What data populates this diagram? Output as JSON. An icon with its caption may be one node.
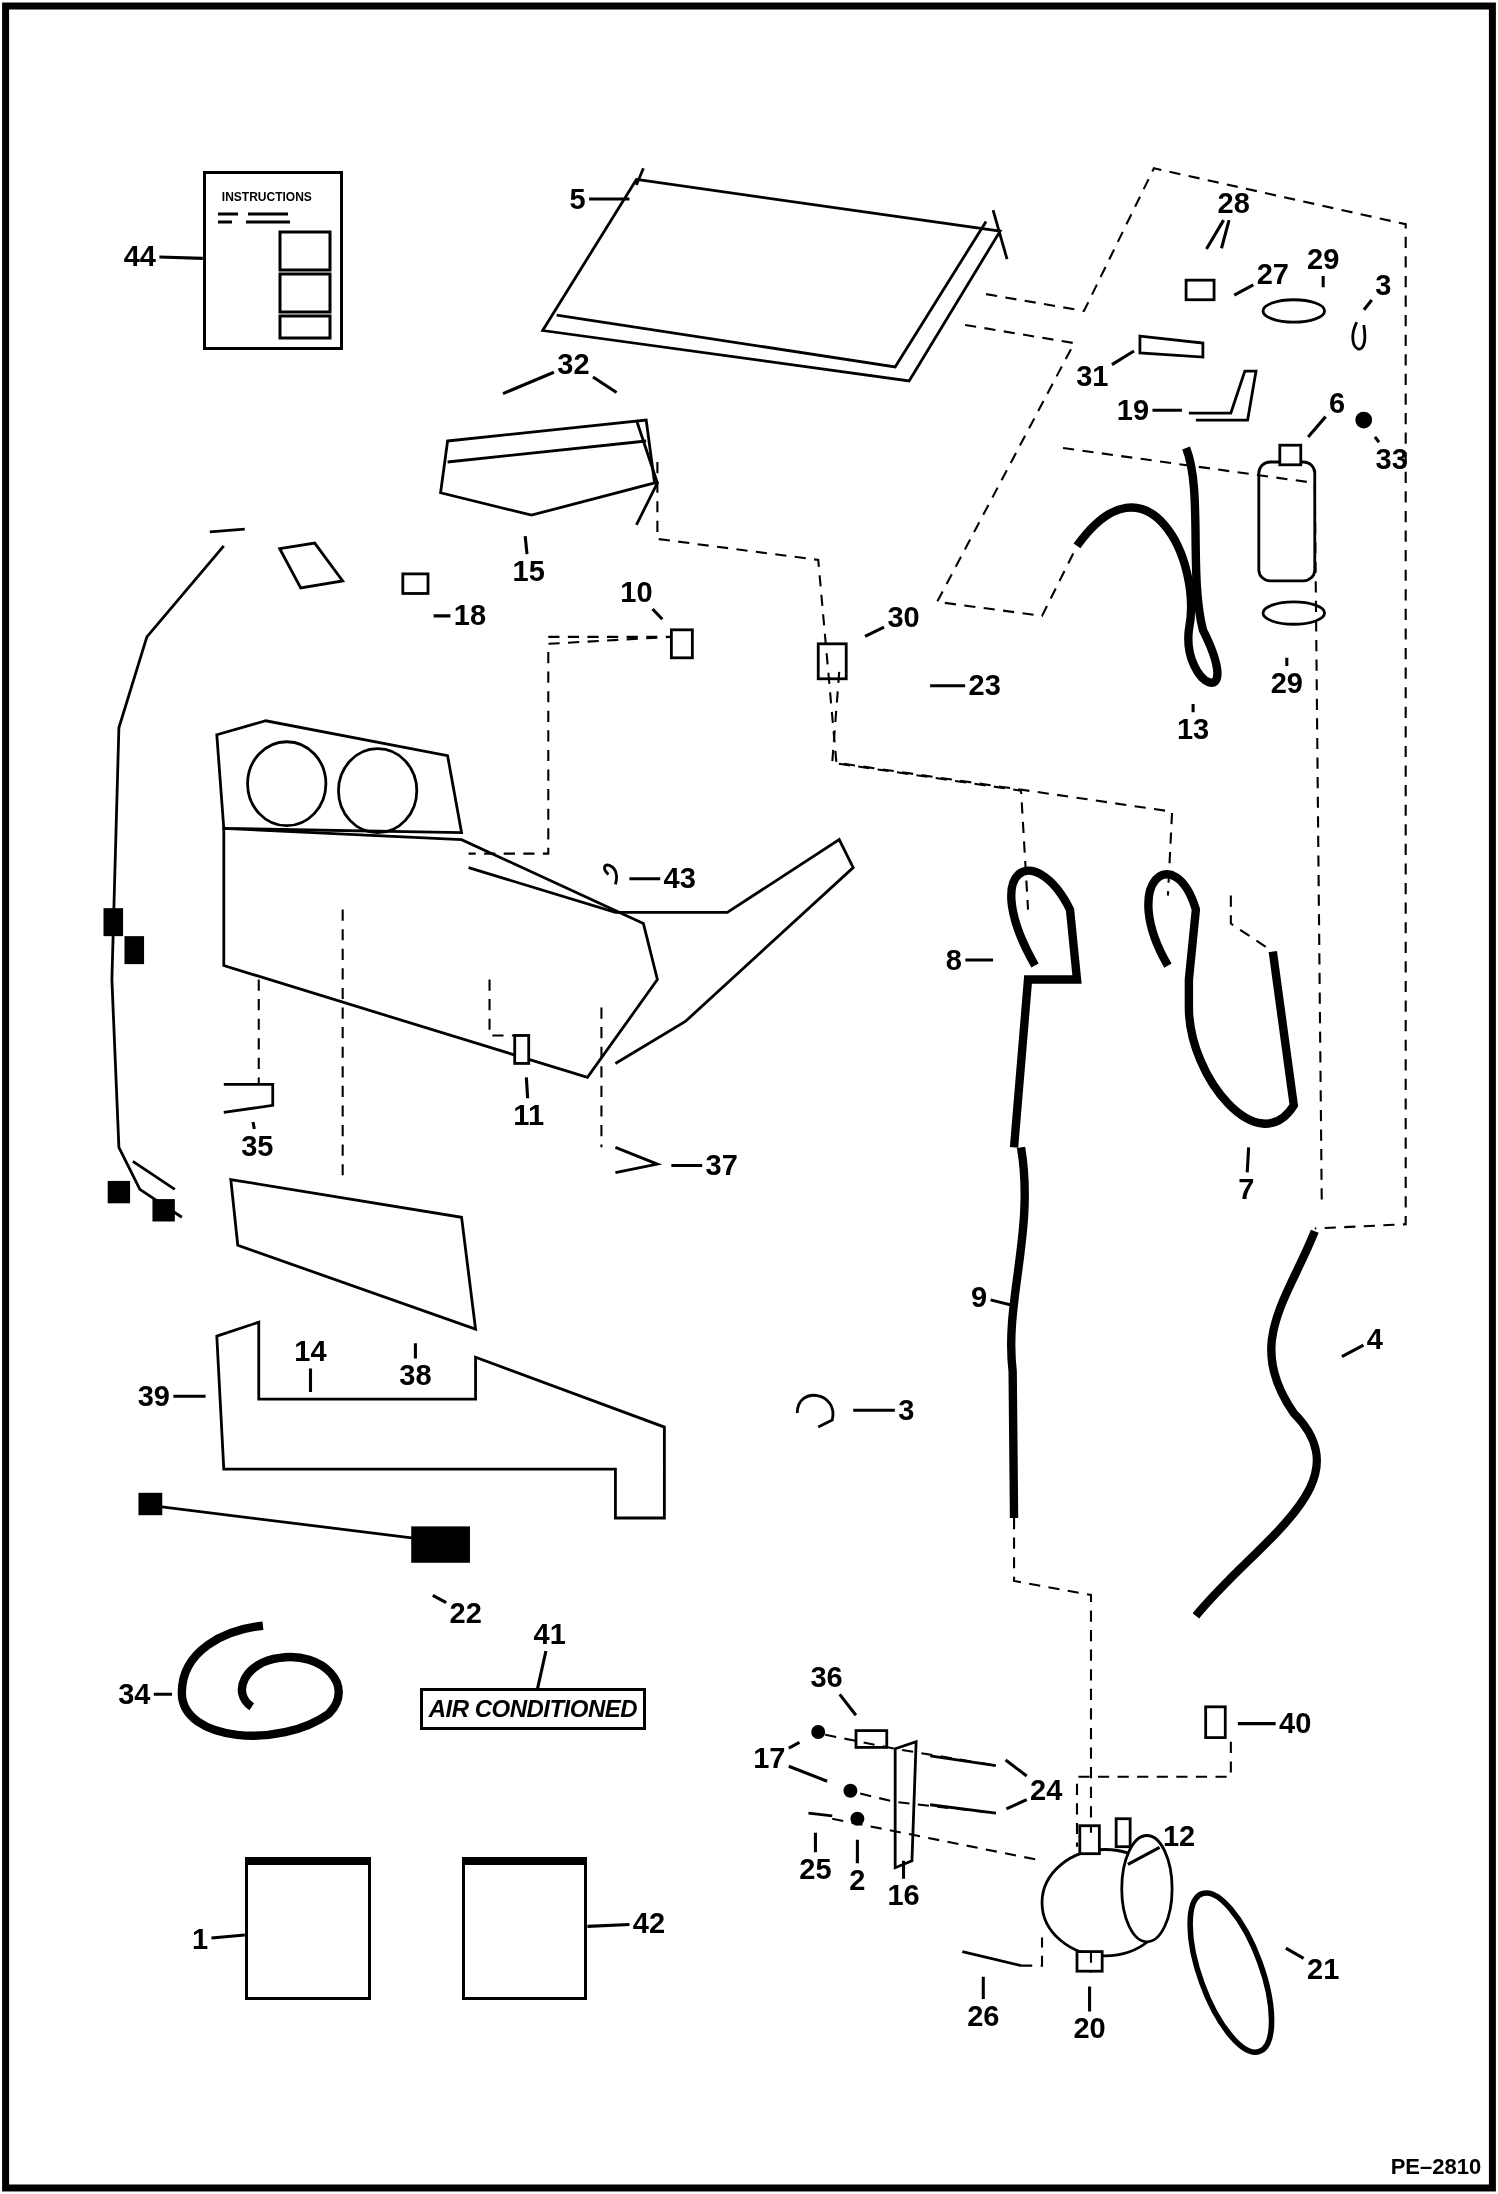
{
  "diagram": {
    "nodes": [
      {
        "text": [
          "44"
        ]
      },
      {
        "text": [
          "INSTRUCTIONS"
        ]
      },
      {
        "text": [
          "5"
        ]
      },
      {
        "text": [
          "28"
        ]
      },
      {
        "text": [
          "32"
        ]
      },
      {
        "text": [
          "27"
        ]
      },
      {
        "text": [
          "29"
        ]
      },
      {
        "text": [
          "3"
        ]
      },
      {
        "text": [
          "31"
        ]
      },
      {
        "text": [
          "19"
        ]
      },
      {
        "text": [
          "6"
        ]
      },
      {
        "text": [
          "33"
        ]
      },
      {
        "text": [
          "15"
        ]
      },
      {
        "text": [
          "18"
        ]
      },
      {
        "text": [
          "10"
        ]
      },
      {
        "text": [
          "30"
        ]
      },
      {
        "text": [
          "23"
        ]
      },
      {
        "text": [
          "13"
        ]
      },
      {
        "text": [
          "29"
        ]
      },
      {
        "text": [
          "43"
        ]
      },
      {
        "text": [
          "8"
        ]
      },
      {
        "text": [
          "11"
        ]
      },
      {
        "text": [
          "35"
        ]
      },
      {
        "text": [
          "37"
        ]
      },
      {
        "text": [
          "7"
        ]
      },
      {
        "text": [
          "9"
        ]
      },
      {
        "text": [
          "4"
        ]
      },
      {
        "text": [
          "38"
        ]
      },
      {
        "text": [
          "14"
        ]
      },
      {
        "text": [
          "39"
        ]
      },
      {
        "text": [
          "3"
        ]
      },
      {
        "text": [
          "22"
        ]
      },
      {
        "text": [
          "41"
        ]
      },
      {
        "text": [
          "AIR CONDITIONED"
        ]
      },
      {
        "text": [
          "34"
        ]
      },
      {
        "text": [
          "36"
        ]
      },
      {
        "text": [
          "40"
        ]
      },
      {
        "text": [
          "17"
        ]
      },
      {
        "text": [
          "24"
        ]
      },
      {
        "text": [
          "12"
        ]
      },
      {
        "text": [
          "25"
        ]
      },
      {
        "text": [
          "2"
        ]
      },
      {
        "text": [
          "16"
        ]
      },
      {
        "text": [
          "21"
        ]
      },
      {
        "text": [
          "1"
        ]
      },
      {
        "text": [],
        "shape": "box"
      },
      {
        "text": [
          "42"
        ]
      },
      {
        "text": [],
        "shape": "box"
      },
      {
        "text": [
          "26"
        ]
      },
      {
        "text": [
          "20"
        ]
      }
    ],
    "edges": [
      {
        "from": 0,
        "to": 1,
        "arrow": "none"
      },
      {
        "from": 2,
        "to": null,
        "arrow": "none"
      },
      {
        "from": 3,
        "to": null,
        "arrow": "none"
      },
      {
        "from": 3,
        "to": null,
        "arrow": "none"
      },
      {
        "from": 4,
        "to": null,
        "arrow": "none"
      },
      {
        "from": 4,
        "to": null,
        "arrow": "none"
      },
      {
        "from": 5,
        "to": null,
        "arrow": "none"
      },
      {
        "from": 6,
        "to": null,
        "arrow": "none"
      },
      {
        "from": 7,
        "to": null,
        "arrow": "none"
      },
      {
        "from": 8,
        "to": null,
        "arrow": "none"
      },
      {
        "from": 9,
        "to": null,
        "arrow": "none"
      },
      {
        "from": 10,
        "to": null,
        "arrow": "none"
      },
      {
        "from": 11,
        "to": null,
        "arrow": "none"
      },
      {
        "from": 12,
        "to": null,
        "arrow": "none"
      },
      {
        "from": 13,
        "to": null,
        "arrow": "none"
      },
      {
        "from": 14,
        "to": null,
        "arrow": "none"
      },
      {
        "from": 15,
        "to": null,
        "arrow": "none"
      },
      {
        "from": 16,
        "to": null,
        "arrow": "none"
      },
      {
        "from": 17,
        "to": null,
        "arrow": "none"
      },
      {
        "from": 18,
        "to": null,
        "arrow": "none"
      },
      {
        "from": 19,
        "to": null,
        "arrow": "none"
      },
      {
        "from": 20,
        "to": null,
        "arrow": "none"
      },
      {
        "from": 21,
        "to": null,
        "arrow": "none"
      },
      {
        "from": 22,
        "to": null,
        "arrow": "none"
      },
      {
        "from": 23,
        "to": null,
        "arrow": "none"
      },
      {
        "from": 24,
        "to": null,
        "arrow": "none"
      },
      {
        "from": 25,
        "to": null,
        "arrow": "none"
      },
      {
        "from": 26,
        "to": null,
        "arrow": "none"
      },
      {
        "from": 27,
        "to": null,
        "arrow": "none"
      },
      {
        "from": 28,
        "to": null,
        "arrow": "none"
      },
      {
        "from": 29,
        "to": null,
        "arrow": "none"
      },
      {
        "from": 30,
        "to": null,
        "arrow": "none"
      },
      {
        "from": 31,
        "to": null,
        "arrow": "none"
      },
      {
        "from": 32,
        "to": 33,
        "arrow": "none"
      },
      {
        "from": 34,
        "to": null,
        "arrow": "none"
      },
      {
        "from": 35,
        "to": null,
        "arrow": "none"
      },
      {
        "from": 37,
        "to": null,
        "arrow": "none"
      },
      {
        "from": 37,
        "to": null,
        "arrow": "none"
      },
      {
        "from": 38,
        "to": null,
        "arrow": "none"
      },
      {
        "from": 38,
        "to": null,
        "arrow": "none"
      },
      {
        "from": 39,
        "to": null,
        "arrow": "none"
      },
      {
        "from": 40,
        "to": null,
        "arrow": "none"
      },
      {
        "from": 41,
        "to": null,
        "arrow": "none"
      },
      {
        "from": 42,
        "to": null,
        "arrow": "none"
      },
      {
        "from": 36,
        "to": null,
        "arrow": "none"
      },
      {
        "from": 44,
        "to": 45,
        "arrow": "none"
      },
      {
        "from": 46,
        "to": 47,
        "arrow": "none"
      },
      {
        "from": 43,
        "to": null,
        "arrow": "none"
      },
      {
        "from": 48,
        "to": null,
        "arrow": "none"
      },
      {
        "from": 49,
        "to": null,
        "arrow": "none"
      }
    ],
    "labels": [
      "PE–2810"
    ]
  }
}
